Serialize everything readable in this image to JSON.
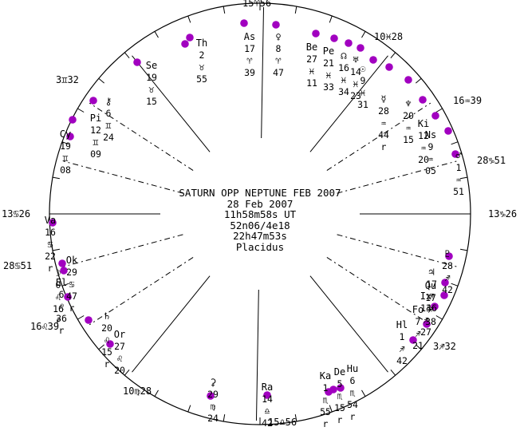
{
  "chart": {
    "title": "SATURN OPP NEPTUNE FEB 2007",
    "date": "28 Feb 2007",
    "time": "11h58m58s UT",
    "location": "52n06/4e18",
    "sidereal_time": "22h47m53s",
    "house_system": "Placidus"
  },
  "colors": {
    "planet_dot": "#a100c0",
    "ink": "#000000",
    "background": "#ffffff"
  },
  "cusp_labels": [
    "15♈56",
    "10♓28",
    "16♒39",
    "28♑51",
    "13♑26",
    "3♐32",
    "15♎56",
    "10♍28",
    "16♌39",
    "28♋51",
    "13♋26",
    "3♊32"
  ],
  "points": [
    {
      "label": "As",
      "lines": [
        "17",
        "♈",
        "39"
      ]
    },
    {
      "label": "♀",
      "lines": [
        "8",
        "♈",
        "47"
      ]
    },
    {
      "label": "Be",
      "lines": [
        "27",
        "♓",
        "11"
      ]
    },
    {
      "label": "Pe",
      "lines": [
        "21",
        "♓",
        "33"
      ]
    },
    {
      "label": "☊",
      "lines": [
        "16",
        "♓",
        "34"
      ]
    },
    {
      "label": "♅",
      "lines": [
        "14",
        "♓",
        "23"
      ]
    },
    {
      "label": "☉",
      "lines": [
        "9",
        "♓",
        "31"
      ]
    },
    {
      "label": "☿",
      "lines": [
        "28",
        "♒",
        "44",
        "r"
      ]
    },
    {
      "label": "♆",
      "lines": [
        "20",
        "♒",
        "15"
      ]
    },
    {
      "label": "Ki",
      "lines": [
        "12",
        "♒",
        "20"
      ]
    },
    {
      "label": "Ns",
      "lines": [
        "9",
        "♒",
        "05"
      ]
    },
    {
      "label": "♂",
      "lines": [
        "1",
        "♒",
        "51"
      ]
    },
    {
      "label": "♇",
      "lines": [
        "28",
        "♐",
        "42"
      ]
    },
    {
      "label": "♃",
      "lines": [
        "17",
        "♐",
        "46"
      ]
    },
    {
      "label": "Qu",
      "lines": [
        "17",
        "♐",
        "38"
      ]
    },
    {
      "label": "Ix",
      "lines": [
        "13",
        "♐",
        "27"
      ]
    },
    {
      "label": "Fo",
      "lines": [
        "7",
        "♐",
        "21"
      ]
    },
    {
      "label": "Hl",
      "lines": [
        "1",
        "♐",
        "42"
      ]
    },
    {
      "label": "Hu",
      "lines": [
        "6",
        "♏",
        "54",
        "r"
      ]
    },
    {
      "label": "De",
      "lines": [
        "5",
        "♏",
        "15",
        "r"
      ]
    },
    {
      "label": "Ka",
      "lines": [
        "1",
        "♏",
        "55",
        "r"
      ]
    },
    {
      "label": "Ra",
      "lines": [
        "14",
        "♎",
        "42",
        "r"
      ]
    },
    {
      "label": "⚳",
      "lines": [
        "29",
        "♍",
        "24"
      ]
    },
    {
      "label": "Or",
      "lines": [
        "27",
        "♌",
        "20"
      ]
    },
    {
      "label": "♄",
      "lines": [
        "20",
        "♌",
        "15",
        "r"
      ]
    },
    {
      "label": "El",
      "lines": [
        "6",
        "♌",
        "36",
        "r"
      ]
    },
    {
      "label": "☽",
      "lines": [
        "0",
        "♌",
        "16",
        "r"
      ]
    },
    {
      "label": "Ok",
      "lines": [
        "29",
        "♋",
        "47",
        "r"
      ]
    },
    {
      "label": "Va",
      "lines": [
        "16",
        "♋",
        "22",
        "r"
      ]
    },
    {
      "label": "Cy",
      "lines": [
        "19",
        "♊",
        "08"
      ]
    },
    {
      "label": "Pi",
      "lines": [
        "12",
        "♊",
        "09"
      ]
    },
    {
      "label": "⚷",
      "lines": [
        "6",
        "♊",
        "24"
      ]
    },
    {
      "label": "Se",
      "lines": [
        "19",
        "♉",
        "15"
      ]
    },
    {
      "label": "Th",
      "lines": [
        "2",
        "♉",
        "55"
      ]
    }
  ]
}
